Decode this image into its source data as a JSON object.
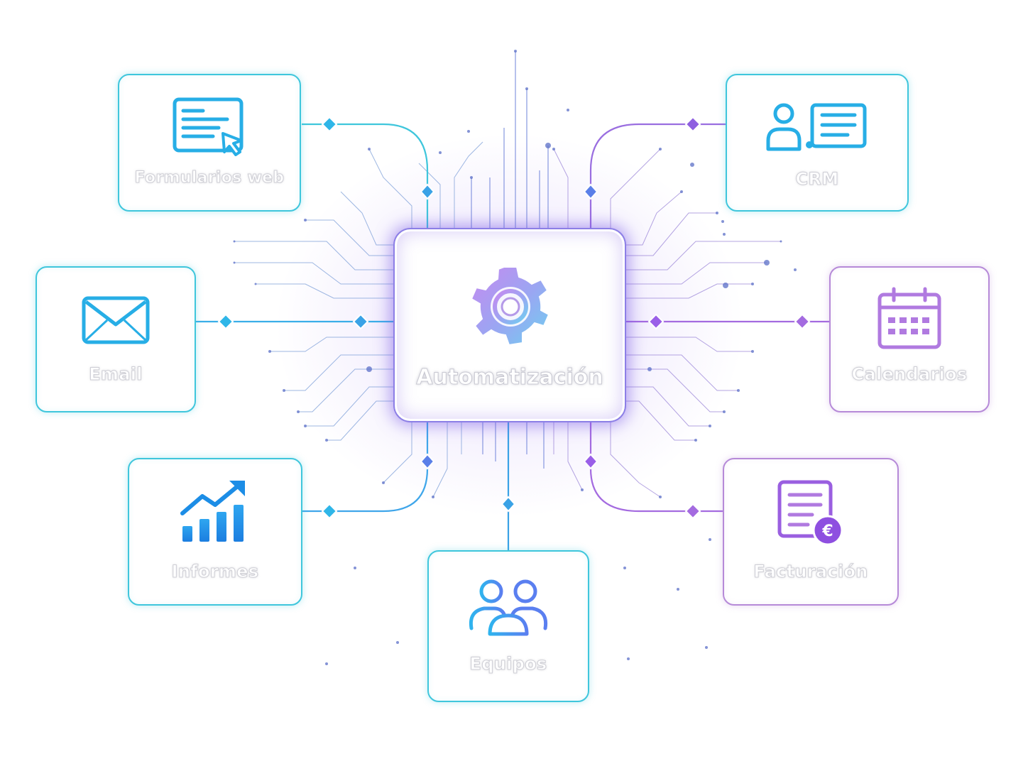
{
  "hub": {
    "label": "Automatización",
    "icon": "gear-icon"
  },
  "nodes": {
    "formularios": {
      "label": "Formularios web",
      "icon": "web-form-icon"
    },
    "crm": {
      "label": "CRM",
      "icon": "crm-contacts-icon"
    },
    "email": {
      "label": "Email",
      "icon": "envelope-icon"
    },
    "calendarios": {
      "label": "Calendarios",
      "icon": "calendar-icon"
    },
    "informes": {
      "label": "Informes",
      "icon": "trending-bar-chart-icon"
    },
    "facturacion": {
      "label": "Facturación",
      "icon": "invoice-euro-icon"
    },
    "equipos": {
      "label": "Equipos",
      "icon": "team-users-icon"
    }
  },
  "colors": {
    "cyan": "#3fc6dc",
    "blue": "#2f8fe0",
    "purple": "#a46be0",
    "violet": "#7a4de8"
  }
}
